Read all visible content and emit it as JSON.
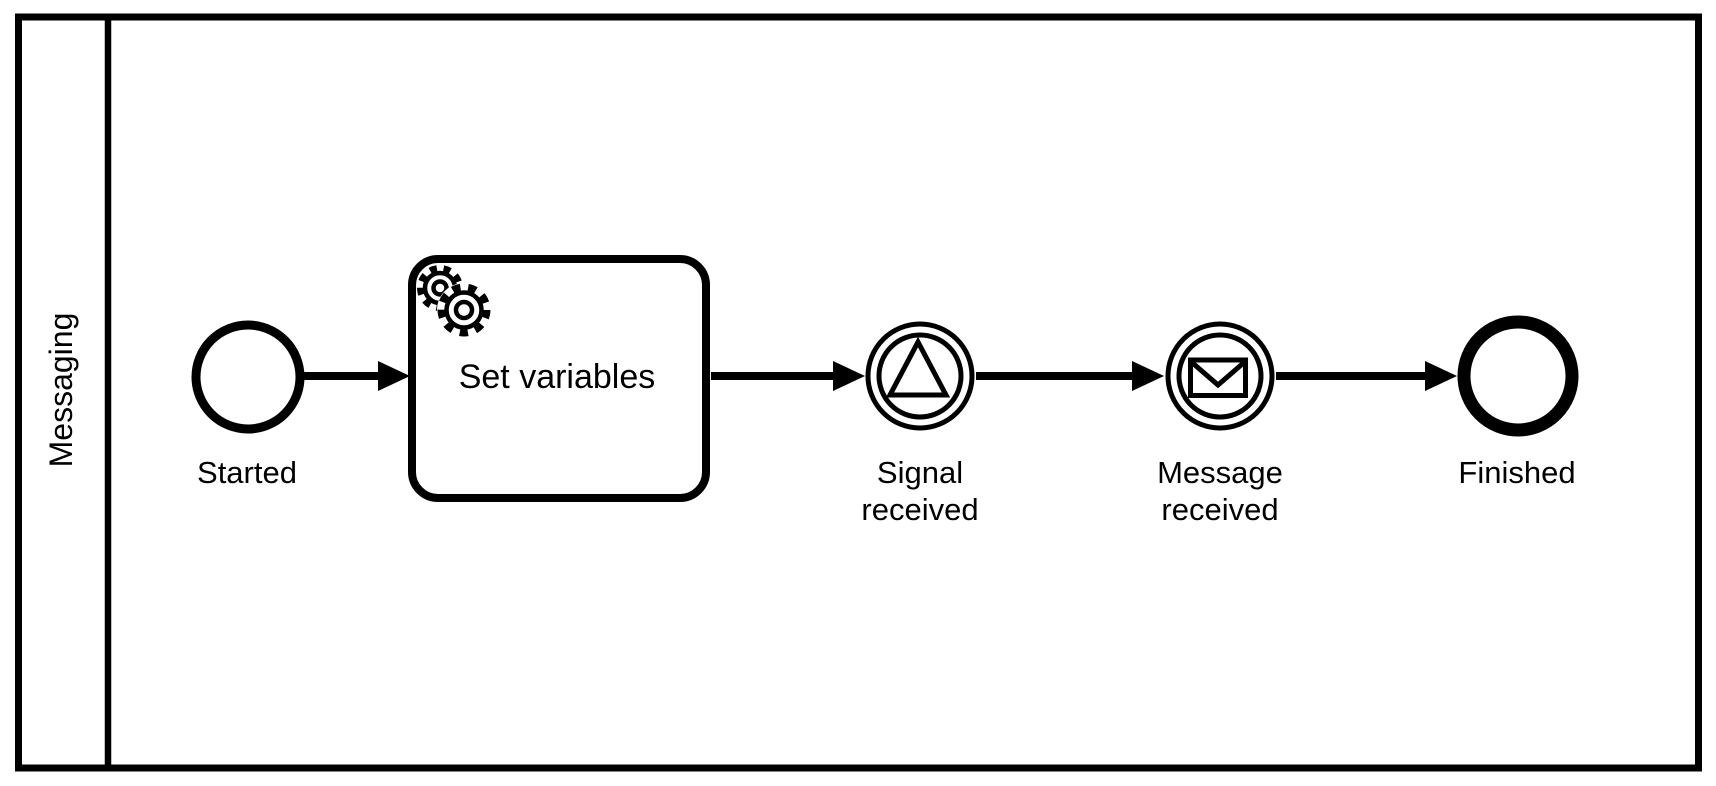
{
  "colors": {
    "ink": "#000000",
    "paper": "#ffffff"
  },
  "pool": {
    "label": "Messaging"
  },
  "nodes": {
    "start_event": {
      "label": "Started",
      "shape": "thin-circle"
    },
    "service_task": {
      "label": "Set variables",
      "icon": "gears-icon"
    },
    "signal_event": {
      "label_lines": [
        "Signal",
        "received"
      ],
      "icon": "triangle-icon",
      "shape": "double-circle"
    },
    "message_event": {
      "label_lines": [
        "Message",
        "received"
      ],
      "icon": "envelope-icon",
      "shape": "double-circle"
    },
    "end_event": {
      "label": "Finished",
      "shape": "thick-circle"
    }
  }
}
